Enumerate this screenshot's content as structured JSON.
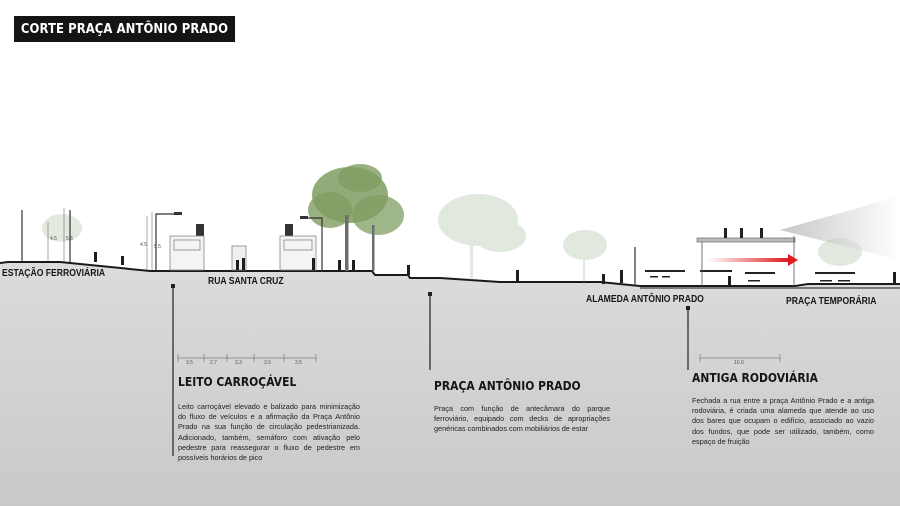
{
  "title": "CORTE PRAÇA ANTÔNIO PRADO",
  "locations": {
    "estacao": "ESTAÇÃO FERROVIÁRIA",
    "rua": "RUA SANTA CRUZ",
    "alameda": "ALAMEDA ANTÔNIO PRADO",
    "praca_temp": "PRAÇA TEMPORÁRIA"
  },
  "sections": [
    {
      "heading": "LEITO CARROÇÁVEL",
      "text": "Leito carroçável elevado e balizado para minimização do fluxo de veículos e a afirmação da Praça Antônio Prado na sua função de circulação pedestrianizada. Adicionado, também, semáforo com ativação pelo pedestre para reassegurar o fluxo de pedestre em possíveis horários de pico"
    },
    {
      "heading": "PRAÇA ANTÔNIO PRADO",
      "text": "Praça com função de antecâmara do parque ferroviário, equipado com decks de apropriações genéricas combinados com mobiliários de estar"
    },
    {
      "heading": "ANTIGA RODOVIÁRIA",
      "text": "Fechada a rua entre a praça Antônio Prado e a antiga rodoviária, é criada uma alameda que atende ao uso dos bares que ocupam o edifício, associado ao vazio dos fundos, que pode ser utilizado, também, como espaço de fruição"
    }
  ],
  "dimensions": {
    "lanes": [
      "3.5",
      "2.7",
      "3.3",
      "3.5",
      "3.5"
    ],
    "alameda_width": "10.0",
    "elevation_marks": [
      "4.5",
      "5.5",
      "4.5",
      "5.5"
    ]
  },
  "colors": {
    "title_bg": "#141414",
    "ground_fill": "#d7d7d7",
    "ground_line": "#1a1a1a",
    "accent_red": "#e0191c"
  }
}
